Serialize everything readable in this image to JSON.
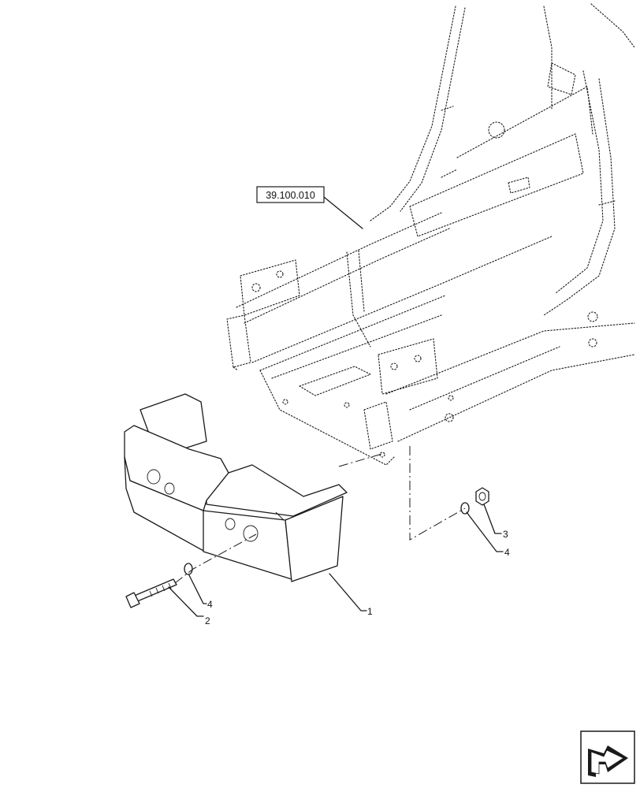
{
  "reference_box": {
    "text": "39.100.010"
  },
  "callouts": [
    {
      "id": "callout-1",
      "text": "1"
    },
    {
      "id": "callout-2",
      "text": "2"
    },
    {
      "id": "callout-3",
      "text": "3"
    },
    {
      "id": "callout-4a",
      "text": "4"
    },
    {
      "id": "callout-4b",
      "text": "4"
    }
  ],
  "nav_icon": {
    "name": "previous-page-arrow-icon"
  }
}
